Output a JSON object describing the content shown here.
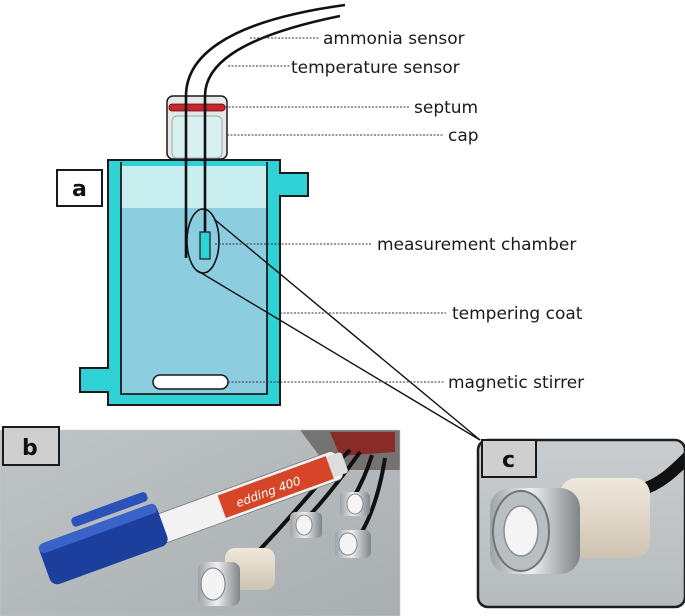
{
  "panels": {
    "a": "a",
    "b": "b",
    "c": "c"
  },
  "labels": {
    "ammonia_sensor": "ammonia sensor",
    "temperature_sensor": "temperature sensor",
    "septum": "septum",
    "cap": "cap",
    "measurement_chamber": "measurement chamber",
    "tempering_coat": "tempering coat",
    "magnetic_stirrer": "magnetic stirrer"
  },
  "photo_b": {
    "marker_imprint": "edding 400"
  },
  "colors": {
    "tempering_coat": "#2fd3d6",
    "liquid": "#8ccde0",
    "headspace": "#c8eef0",
    "septum": "#c8242c",
    "cap": "#e6e8e8",
    "label_panel": "#cfcfcf",
    "photo_frame": "#1e1e1e"
  }
}
